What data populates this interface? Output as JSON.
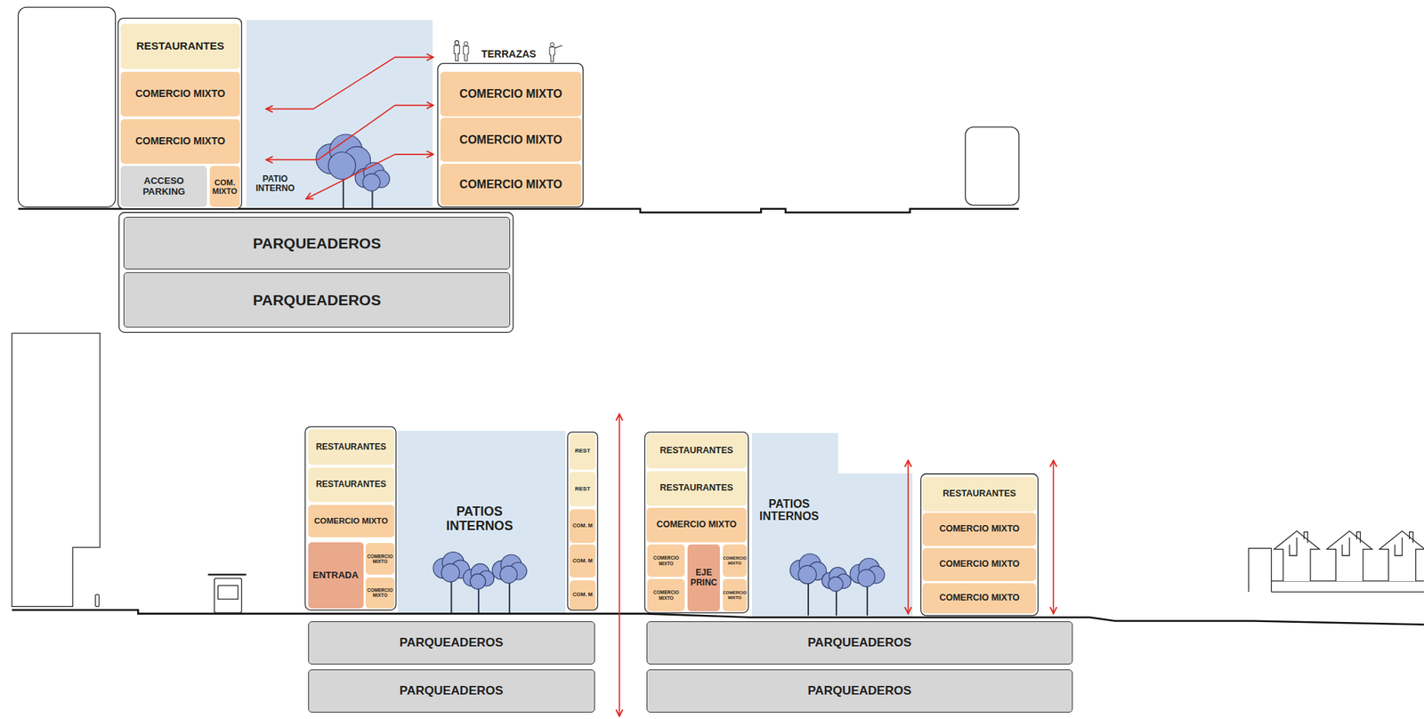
{
  "diagram": {
    "nodes": [
      {
        "text": [
          "RESTAURANTES"
        ]
      },
      {
        "text": [
          "COMERCIO MIXTO"
        ]
      },
      {
        "text": [
          "COMERCIO MIXTO"
        ]
      },
      {
        "text": [
          "ACCESO PARKING"
        ]
      },
      {
        "text": [
          "COM. MIXTO"
        ]
      },
      {
        "text": [
          "PATIO INTERNO"
        ]
      },
      {
        "text": [
          "COMERCIO MIXTO"
        ]
      },
      {
        "text": [
          "COMERCIO MIXTO"
        ]
      },
      {
        "text": [
          "COMERCIO MIXTO"
        ]
      },
      {
        "text": [
          "PARQUEADEROS"
        ]
      },
      {
        "text": [
          "PARQUEADEROS"
        ]
      },
      {
        "text": [
          "RESTAURANTES"
        ]
      },
      {
        "text": [
          "RESTAURANTES"
        ]
      },
      {
        "text": [
          "COMERCIO MIXTO"
        ]
      },
      {
        "text": [
          "ENTRADA"
        ]
      },
      {
        "text": [
          "COMERCIO MIXTO"
        ]
      },
      {
        "text": [
          "COMERCIO MIXTO"
        ]
      },
      {
        "text": [
          "PATIOS INTERNOS"
        ]
      },
      {
        "text": [
          "REST"
        ]
      },
      {
        "text": [
          "REST"
        ]
      },
      {
        "text": [
          "COM. M"
        ]
      },
      {
        "text": [
          "COM. M"
        ]
      },
      {
        "text": [
          "COM. M"
        ]
      },
      {
        "text": [
          "RESTAURANTES"
        ]
      },
      {
        "text": [
          "RESTAURANTES"
        ]
      },
      {
        "text": [
          "COMERCIO MIXTO"
        ]
      },
      {
        "text": [
          "COMERCIO MIXTO"
        ]
      },
      {
        "text": [
          "COMERCIO MIXTO"
        ]
      },
      {
        "text": [
          "EJE PRINC"
        ]
      },
      {
        "text": [
          "COMERCIO MIXTO"
        ]
      },
      {
        "text": [
          "COMERCIO MIXTO"
        ]
      },
      {
        "text": [
          "PATIOS INTERNOS"
        ]
      },
      {
        "text": [
          "RESTAURANTES"
        ]
      },
      {
        "text": [
          "COMERCIO MIXTO"
        ]
      },
      {
        "text": [
          "COMERCIO MIXTO"
        ]
      },
      {
        "text": [
          "COMERCIO MIXTO"
        ]
      },
      {
        "text": [
          "PARQUEADEROS"
        ]
      },
      {
        "text": [
          "PARQUEADEROS"
        ]
      },
      {
        "text": [
          "PARQUEADEROS"
        ]
      },
      {
        "text": [
          "PARQUEADEROS"
        ]
      }
    ],
    "labels": [
      "TERRAZAS"
    ]
  }
}
